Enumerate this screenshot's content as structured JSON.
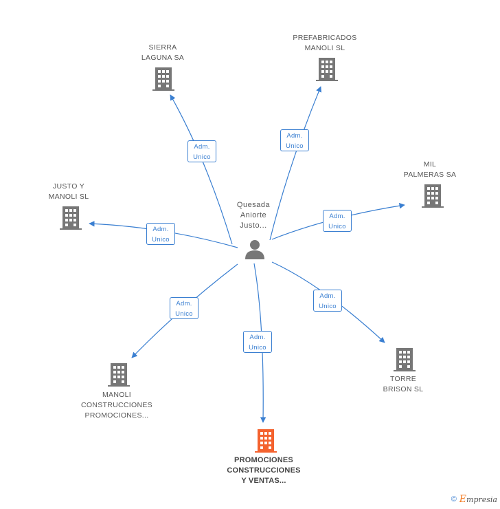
{
  "center": {
    "name_lines": [
      "Quesada",
      "Aniorte",
      "Justo..."
    ],
    "icon": "person-icon"
  },
  "nodes": [
    {
      "id": "sierra",
      "lines": [
        "SIERRA",
        "LAGUNA SA"
      ],
      "icon": "building-icon",
      "highlight": false
    },
    {
      "id": "prefabricados",
      "lines": [
        "PREFABRICADOS",
        "MANOLI  SL"
      ],
      "icon": "building-icon",
      "highlight": false
    },
    {
      "id": "mil",
      "lines": [
        "MIL",
        "PALMERAS SA"
      ],
      "icon": "building-icon",
      "highlight": false
    },
    {
      "id": "justo",
      "lines": [
        "JUSTO Y",
        "MANOLI SL"
      ],
      "icon": "building-icon",
      "highlight": false
    },
    {
      "id": "torre",
      "lines": [
        "TORRE",
        "BRISON SL"
      ],
      "icon": "building-icon",
      "highlight": false
    },
    {
      "id": "manoli",
      "lines": [
        "MANOLI",
        "CONSTRUCCIONES",
        "PROMOCIONES..."
      ],
      "icon": "building-icon",
      "highlight": false
    },
    {
      "id": "promociones",
      "lines": [
        "PROMOCIONES",
        "CONSTRUCCIONES",
        "Y VENTAS..."
      ],
      "icon": "building-icon",
      "highlight": true
    }
  ],
  "relation": {
    "line1": "Adm.",
    "line2": "Unico"
  },
  "colors": {
    "edge": "#3a7fd1",
    "building": "#777777",
    "building_highlight": "#f4622e",
    "person": "#777777"
  },
  "footer": {
    "copyright": "©",
    "brand_initial": "E",
    "brand_rest": "mpresia"
  }
}
